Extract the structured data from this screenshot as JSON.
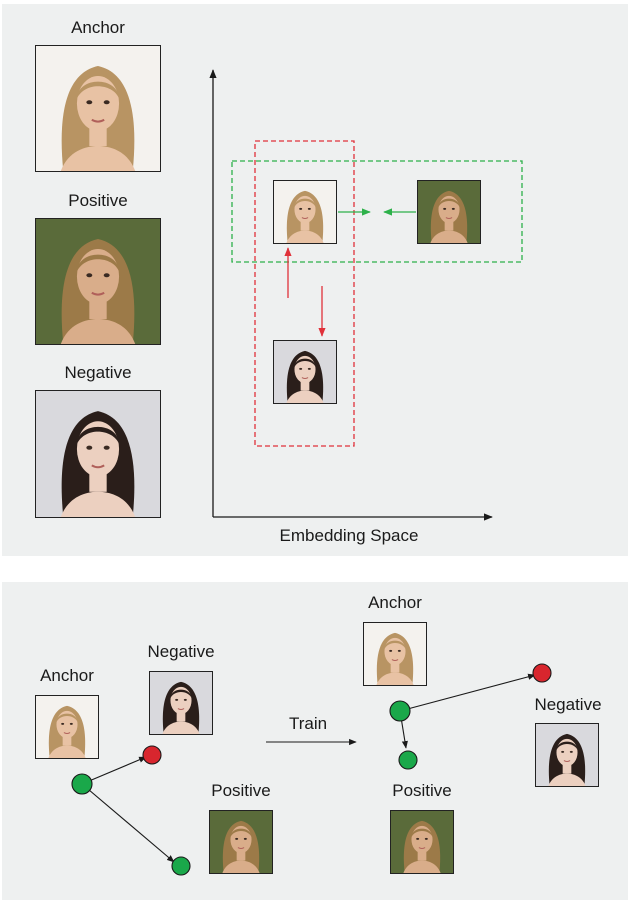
{
  "top": {
    "labels": {
      "anchor": "Anchor",
      "positive": "Positive",
      "negative": "Negative"
    },
    "axis_label": "Embedding Space"
  },
  "bottom": {
    "left": {
      "anchor": "Anchor",
      "negative": "Negative",
      "positive": "Positive"
    },
    "train_label": "Train",
    "right": {
      "anchor": "Anchor",
      "negative": "Negative",
      "positive": "Positive"
    }
  },
  "photos": {
    "anchor": {
      "description": "blonde woman portrait",
      "bg": "#f4f2ee",
      "hair": "#b89463",
      "skin": "#e8c2a4"
    },
    "positive": {
      "description": "blonde woman outdoors",
      "bg": "#5a6b3a",
      "hair": "#9c7a48",
      "skin": "#d9ad8a"
    },
    "negative": {
      "description": "dark-haired woman",
      "bg": "#d9d9dd",
      "hair": "#2a1e1a",
      "skin": "#ecd0c0"
    }
  },
  "colors": {
    "panel_bg": "#eef0f0",
    "green_box": "#2db14a",
    "red_box": "#e0313a",
    "green_dot": "#1aa84a",
    "red_dot": "#d8262e",
    "axis": "#1a1a1a"
  }
}
